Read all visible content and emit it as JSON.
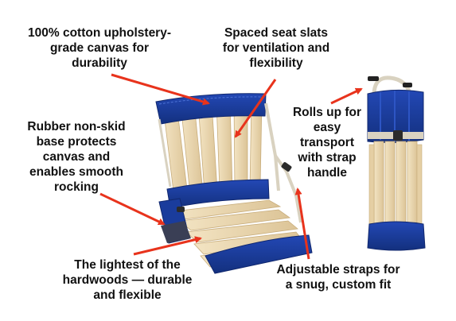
{
  "callouts": {
    "canvas": "100% cotton upholstery-\ngrade canvas for\ndurability",
    "slats": "Spaced seat slats\nfor ventilation and\nflexibility",
    "base": "Rubber non-skid\nbase protects\ncanvas and\nenables smooth\nrocking",
    "rolls": "Rolls up for\neasy\ntransport\nwith strap\nhandle",
    "wood": "The lightest of the\nhardwoods — durable\nand flexible",
    "straps": "Adjustable straps for\na snug, custom fit"
  },
  "colors": {
    "canvas_blue": "#1a3c9c",
    "canvas_dark": "#10276e",
    "wood": "#ecd7ae",
    "wood_edge": "#c8ad7c",
    "arrow_red": "#e8331c",
    "strap": "#d9d2c0",
    "rubber": "#3a3f55"
  },
  "icons": {
    "arrows": "red-callout-arrow",
    "product": "folding-stadium-seat",
    "rolled": "rolled-up-seat-with-handle"
  }
}
